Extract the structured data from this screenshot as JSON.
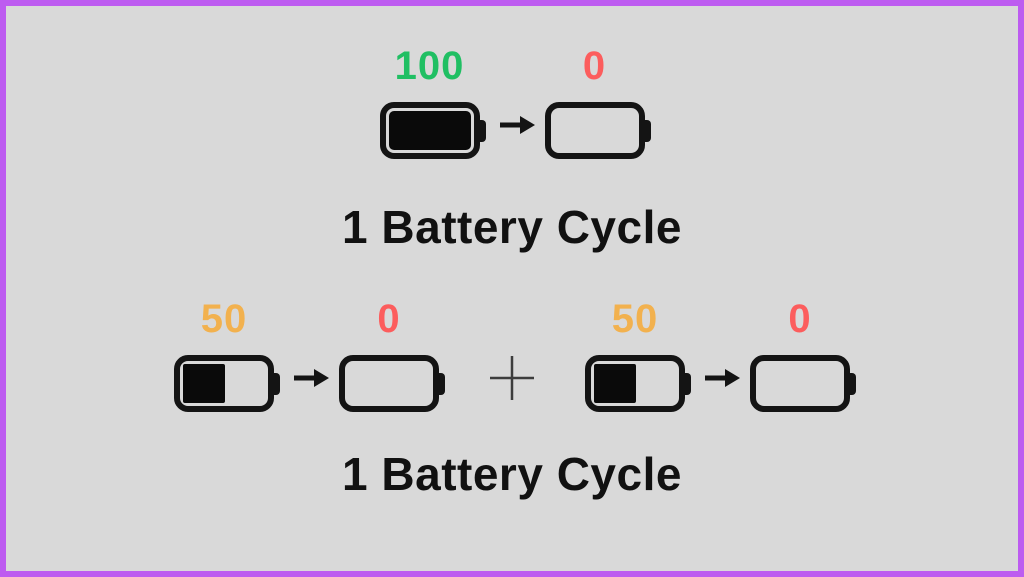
{
  "colors": {
    "frame_border": "#bd5cf0",
    "background": "#d9d9d9",
    "battery_ink": "#141414",
    "full_green": "#20bf63",
    "empty_red": "#fc5d5d",
    "half_yellow": "#f2b14e",
    "plus_gray": "#3d3d3d",
    "caption_black": "#111111"
  },
  "icons": {
    "battery_full": "battery-full-icon",
    "battery_half": "battery-half-icon",
    "battery_empty": "battery-empty-icon",
    "arrow_right": "arrow-right-icon",
    "plus": "plus-icon"
  },
  "top_diagram": {
    "transitions": [
      {
        "from_percent": "100",
        "from_level": 100,
        "to_percent": "0",
        "to_level": 0
      }
    ],
    "caption": "1 Battery Cycle"
  },
  "bottom_diagram": {
    "transitions": [
      {
        "from_percent": "50",
        "from_level": 50,
        "to_percent": "0",
        "to_level": 0
      },
      {
        "from_percent": "50",
        "from_level": 50,
        "to_percent": "0",
        "to_level": 0
      }
    ],
    "joiner": "+",
    "caption": "1 Battery Cycle"
  }
}
